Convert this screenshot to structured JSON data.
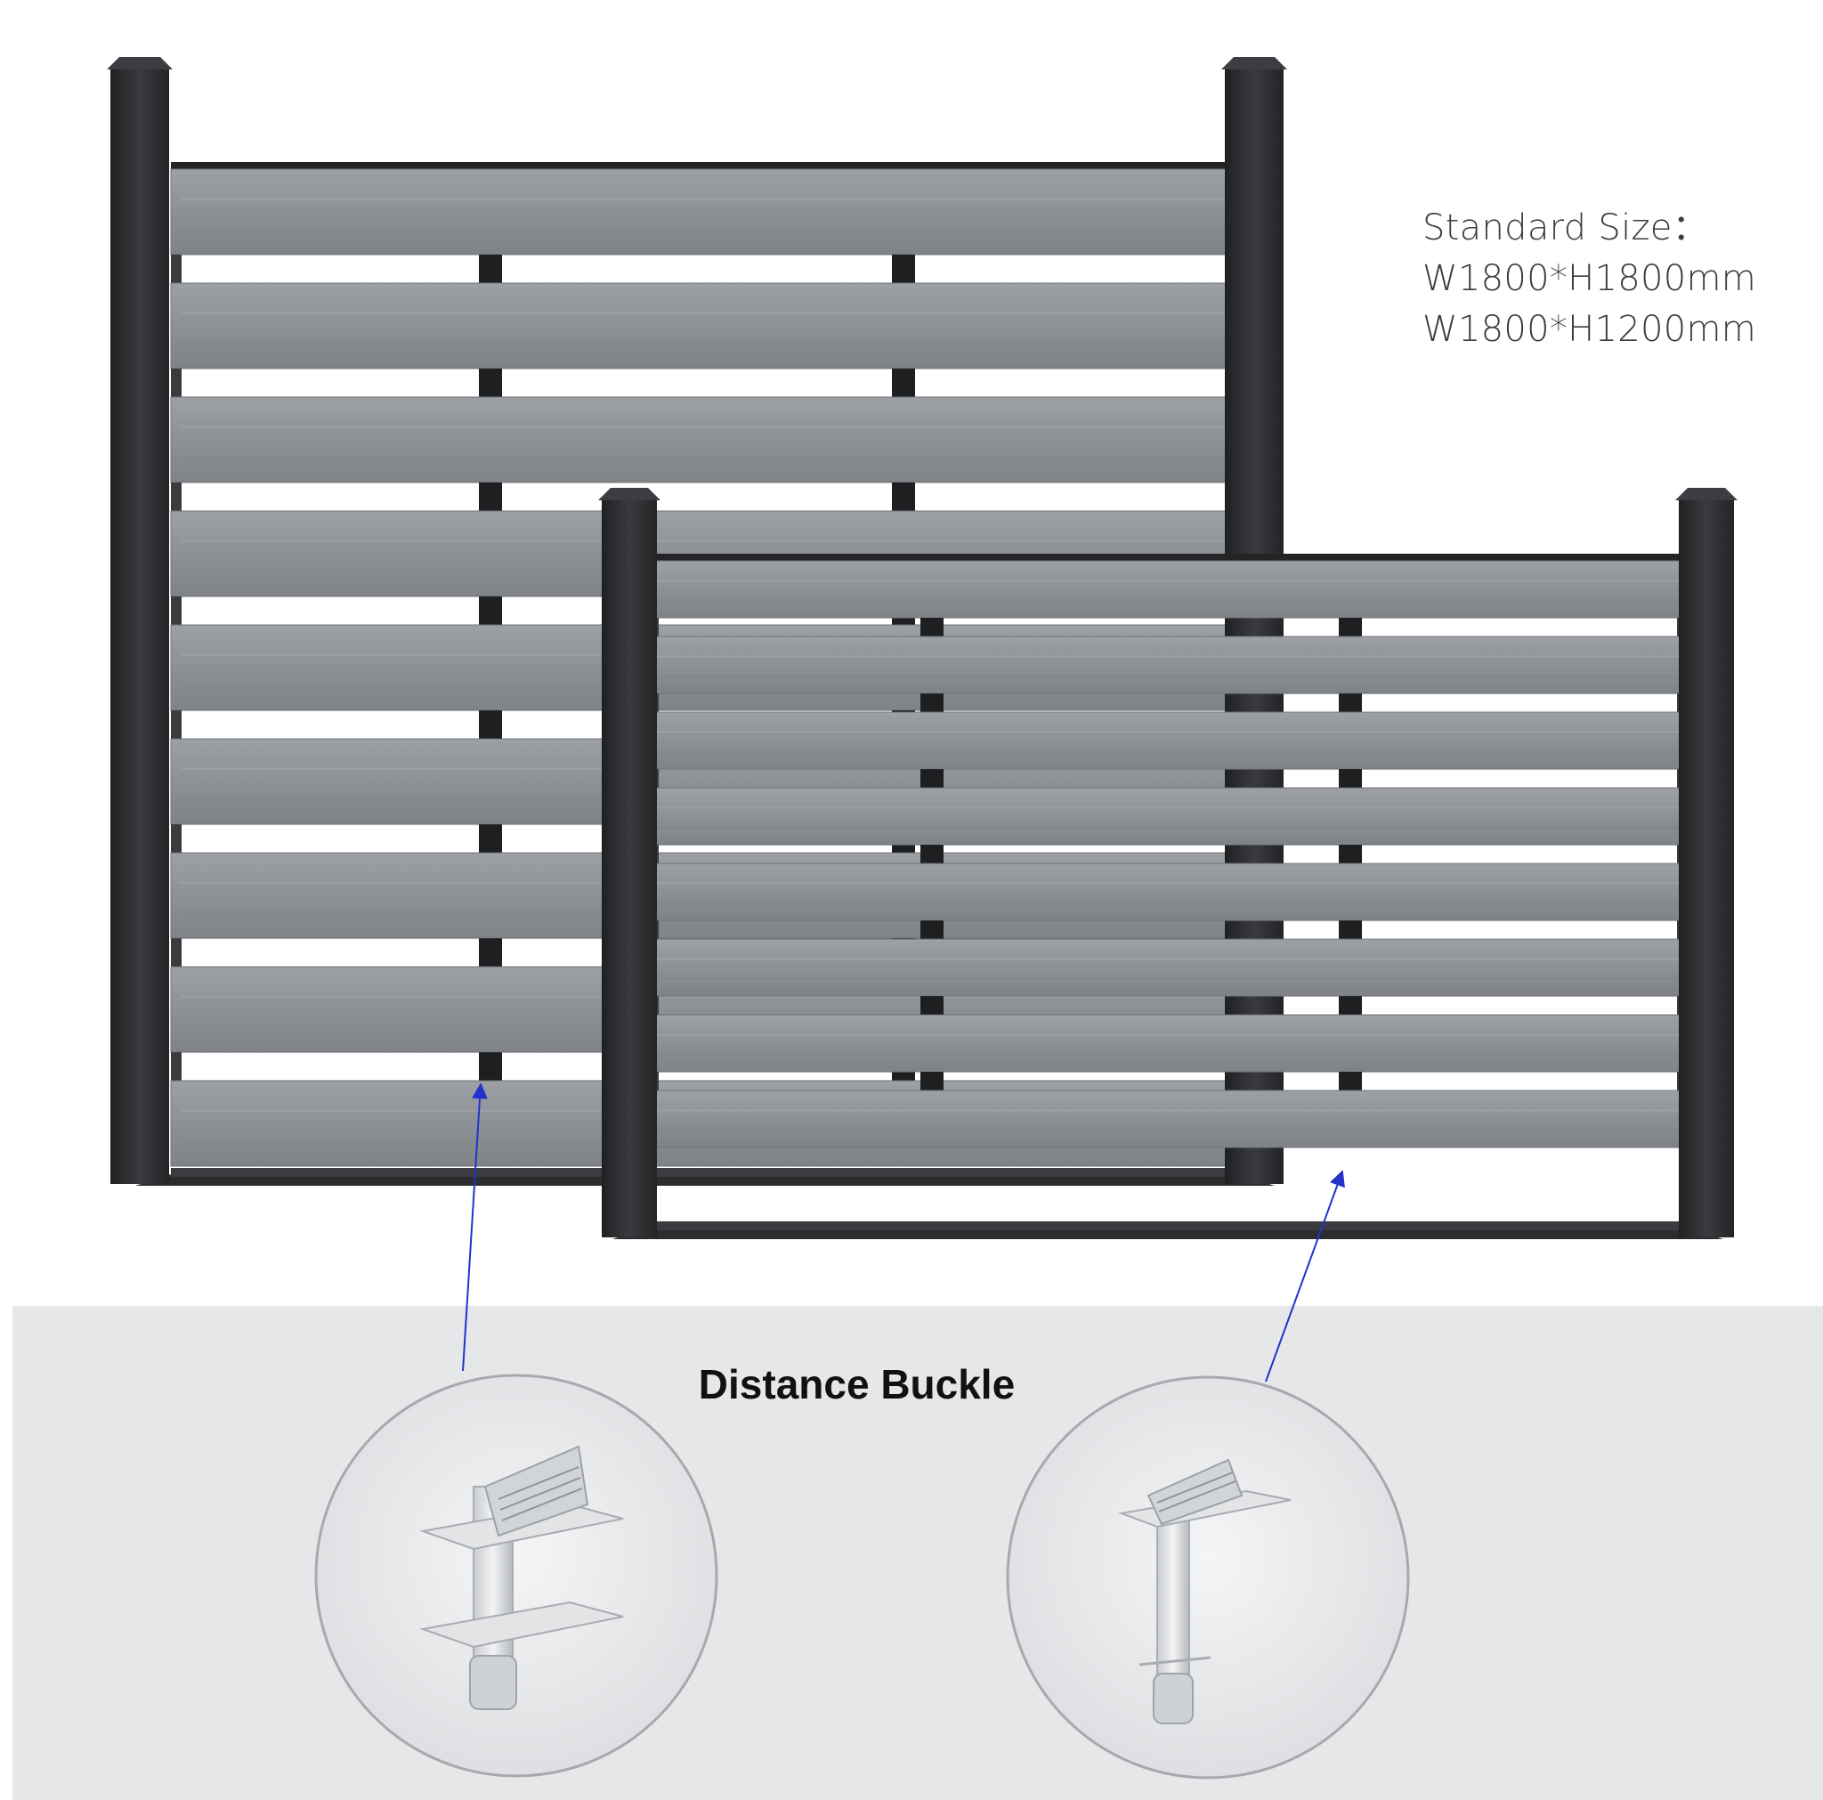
{
  "spec": {
    "title": "Standard Size：",
    "sizes": [
      "W1800*H1800mm",
      "W1800*H1200mm"
    ]
  },
  "callout": {
    "title": "Distance Buckle"
  },
  "colors": {
    "post": "#2a2b2d",
    "board": "#8e9296",
    "background_panel": "#e6e7e9",
    "arrow": "#2233cc"
  },
  "figures": {
    "tall_fence": "fence panel with 9 horizontal grey boards between two dark posts",
    "short_fence": "fence panel with 8 horizontal grey boards between two dark posts",
    "buckle_left": "aluminium distance buckle close-up",
    "buckle_right": "aluminium distance buckle close-up"
  }
}
